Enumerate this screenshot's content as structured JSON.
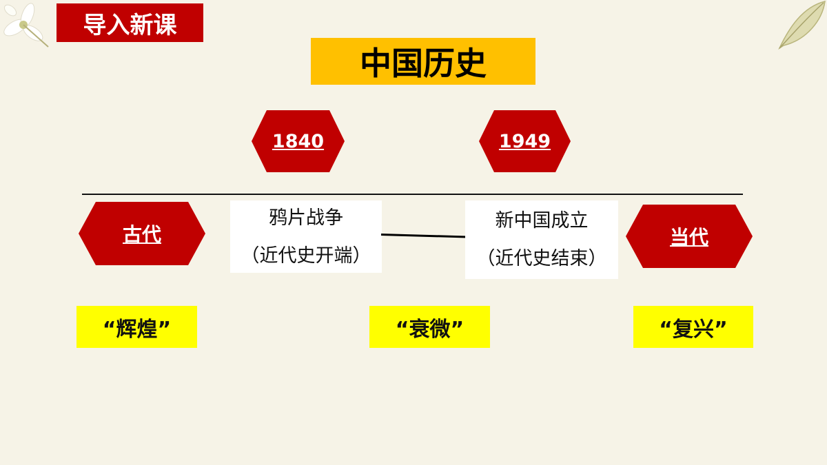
{
  "header": {
    "section_tag": "导入新课",
    "title": "中国历史"
  },
  "years": [
    "1840",
    "1949"
  ],
  "eras": [
    "古代",
    "当代"
  ],
  "events": [
    {
      "name": "鸦片战争",
      "note": "（近代史开端）"
    },
    {
      "name": "新中国成立",
      "note": "（近代史结束）"
    }
  ],
  "periods": [
    "“辉煌”",
    "“衰微”",
    "“复兴”"
  ],
  "colors": {
    "accent_red": "#c00000",
    "title_bg": "#ffc000",
    "label_bg": "#ffff00",
    "background": "#f6f3e7"
  },
  "decorations": [
    "flower-icon",
    "leaf-icon"
  ]
}
